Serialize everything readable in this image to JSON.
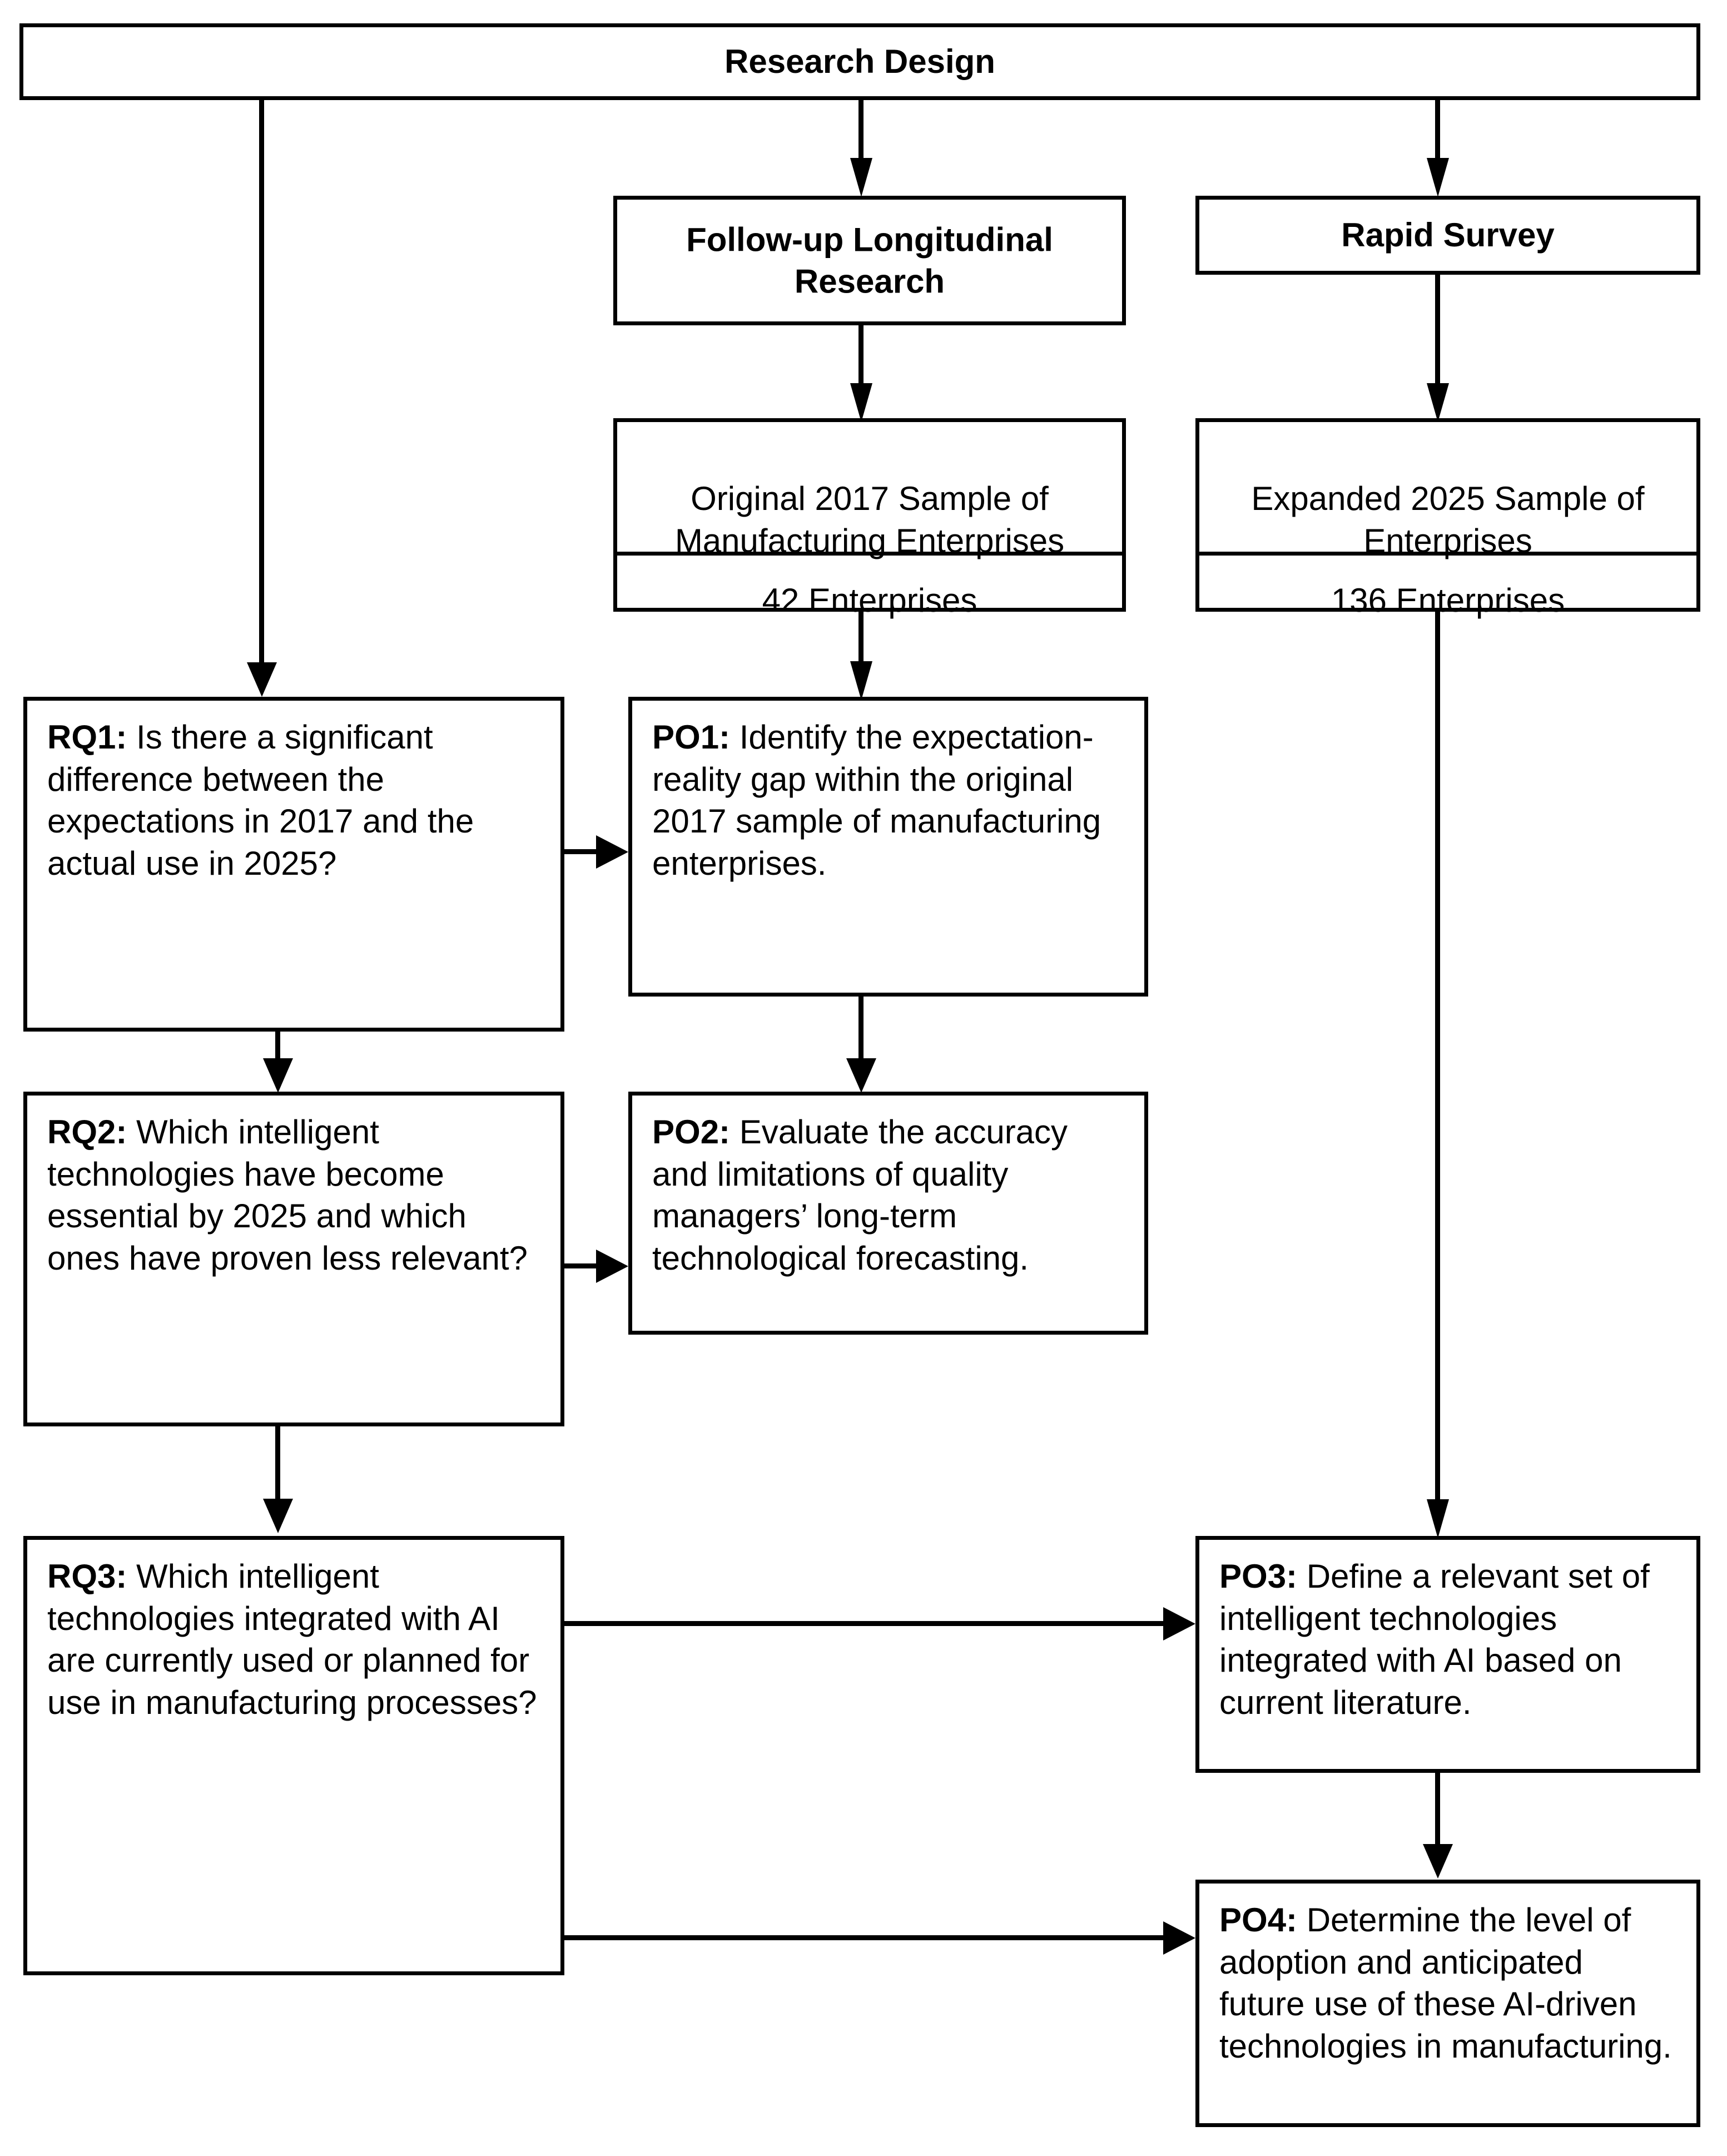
{
  "diagram": {
    "title": "Research Design",
    "nodes": {
      "research_design": {
        "label": "Research Design"
      },
      "followup": {
        "label": "Follow-up Longitudinal Research"
      },
      "rapid_survey": {
        "label": "Rapid Survey"
      },
      "original_sample": {
        "label": "Original 2017 Sample of Manufacturing Enterprises",
        "count": "42 Enterprises"
      },
      "expanded_sample": {
        "label": "Expanded 2025 Sample of Enterprises",
        "count": "136 Enterprises"
      },
      "rq1": {
        "tag": "RQ1:",
        "text": " Is there a significant difference between the expectations in 2017 and the actual use in 2025?"
      },
      "rq2": {
        "tag": "RQ2:",
        "text": " Which intelligent technologies have become essential by 2025 and which ones have proven less relevant?"
      },
      "rq3": {
        "tag": "RQ3:",
        "text": " Which intelligent technologies integrated with AI are currently used or planned for use in manufacturing processes?"
      },
      "po1": {
        "tag": "PO1:",
        "text": " Identify the expectation-reality gap within the original 2017 sample of manufacturing enterprises."
      },
      "po2": {
        "tag": "PO2:",
        "text": " Evaluate the accuracy and limitations of quality managers’ long-term technological forecasting."
      },
      "po3": {
        "tag": "PO3:",
        "text": " Define a relevant set of intelligent technologies integrated with AI based on current literature."
      },
      "po4": {
        "tag": "PO4:",
        "text": " Determine the level of adoption and anticipated future use of these AI-driven technologies in manufacturing."
      }
    },
    "colors": {
      "line": "#000000",
      "box_fill": "#ffffff",
      "text": "#000000"
    }
  }
}
